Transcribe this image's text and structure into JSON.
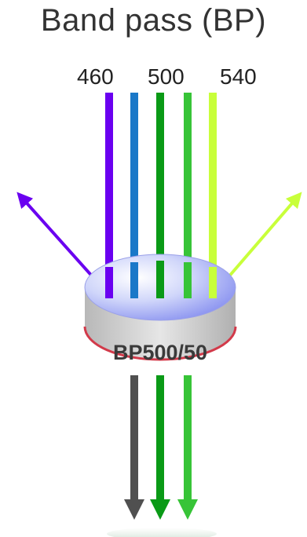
{
  "title": "Band pass (BP)",
  "wavelength_labels": [
    "460",
    "500",
    "540"
  ],
  "filter": {
    "label": "BP500/50"
  },
  "colors": {
    "violet": "#6a00f0",
    "blue": "#1a78c8",
    "dark_green": "#0a9a16",
    "green": "#37c437",
    "lime": "#c8ff3a",
    "gray_beam": "#505050",
    "filter_top": "#8a96f0",
    "filter_side": "#c8c8c8",
    "filter_rim": "#d23a4a"
  }
}
